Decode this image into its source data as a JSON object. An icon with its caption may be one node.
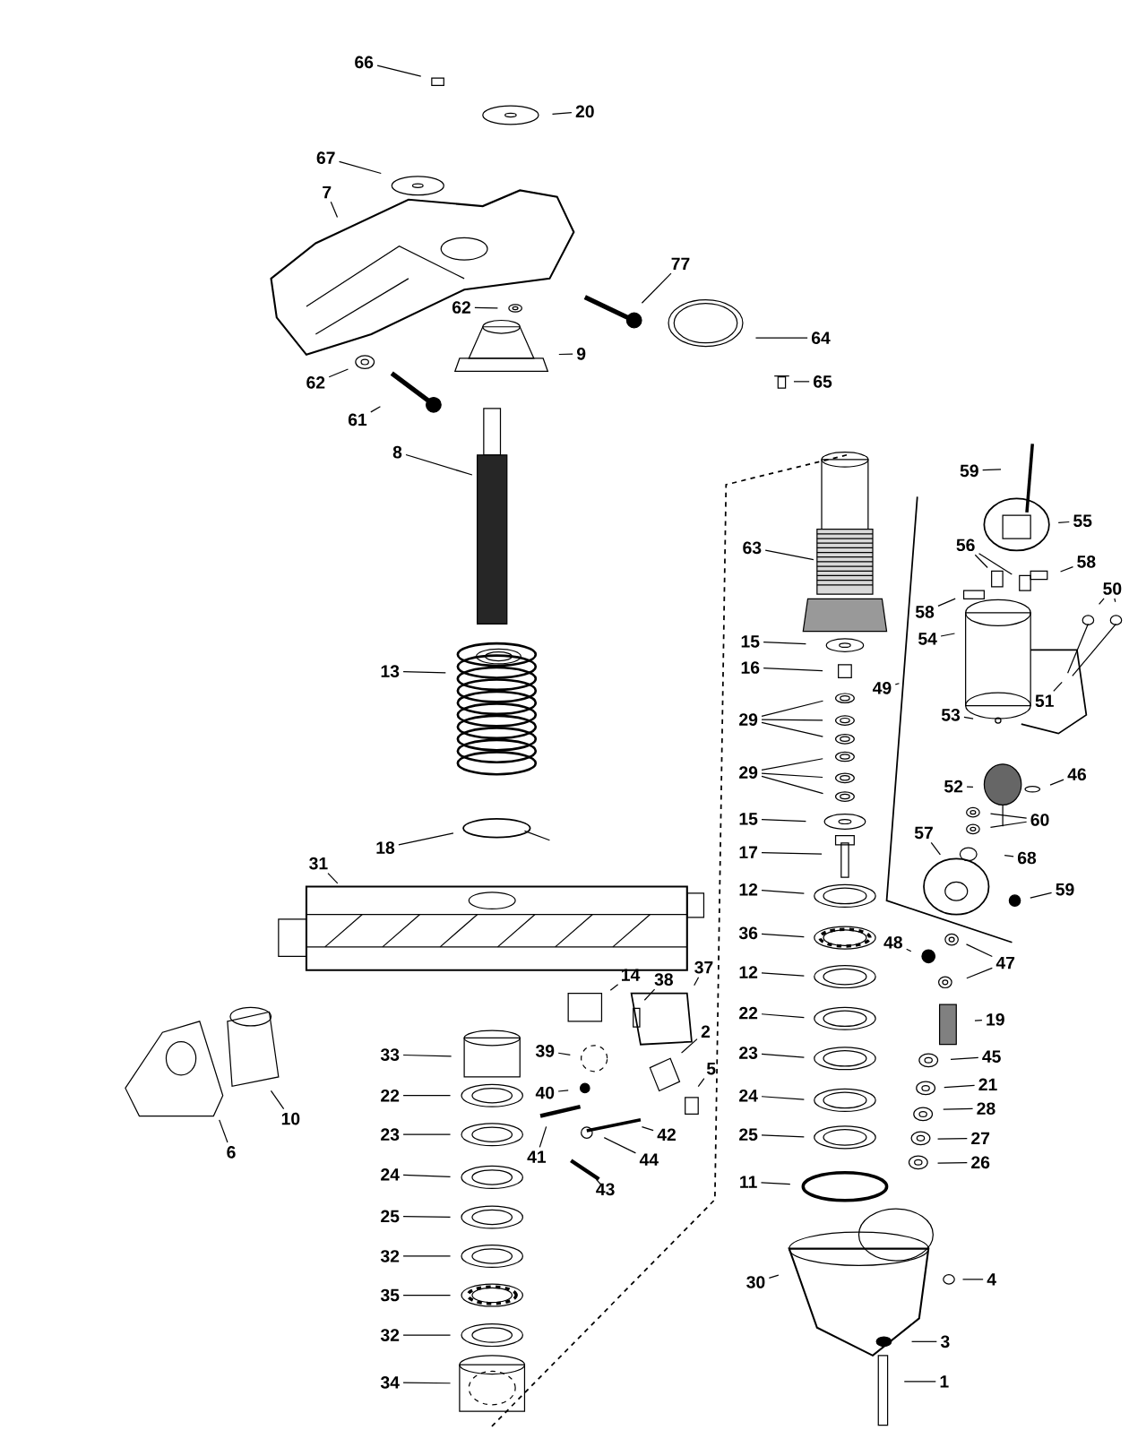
{
  "diagram": {
    "nodes": [
      {
        "text": [
          "66"
        ]
      },
      {
        "text": [
          "20"
        ]
      },
      {
        "text": [
          "67"
        ]
      },
      {
        "text": [
          "7"
        ]
      },
      {
        "text": [
          "77"
        ]
      },
      {
        "text": [
          "62"
        ]
      },
      {
        "text": [
          "9"
        ]
      },
      {
        "text": [
          "64"
        ]
      },
      {
        "text": [
          "62"
        ]
      },
      {
        "text": [
          "65"
        ]
      },
      {
        "text": [
          "61"
        ]
      },
      {
        "text": [
          "8"
        ]
      },
      {
        "text": [
          "59"
        ]
      },
      {
        "text": [
          "55"
        ]
      },
      {
        "text": [
          "63"
        ]
      },
      {
        "text": [
          "56"
        ]
      },
      {
        "text": [
          "58"
        ]
      },
      {
        "text": [
          "50"
        ]
      },
      {
        "text": [
          "58"
        ]
      },
      {
        "text": [
          "15"
        ]
      },
      {
        "text": [
          "54"
        ]
      },
      {
        "text": [
          "16"
        ]
      },
      {
        "text": [
          "13"
        ]
      },
      {
        "text": [
          "49"
        ]
      },
      {
        "text": [
          "51"
        ]
      },
      {
        "text": [
          "29"
        ]
      },
      {
        "text": [
          "53"
        ]
      },
      {
        "text": [
          "29"
        ]
      },
      {
        "text": [
          "46"
        ]
      },
      {
        "text": [
          "52"
        ]
      },
      {
        "text": [
          "60"
        ]
      },
      {
        "text": [
          "15"
        ]
      },
      {
        "text": [
          "57"
        ]
      },
      {
        "text": [
          "18"
        ]
      },
      {
        "text": [
          "17"
        ]
      },
      {
        "text": [
          "68"
        ]
      },
      {
        "text": [
          "12"
        ]
      },
      {
        "text": [
          "59"
        ]
      },
      {
        "text": [
          "31"
        ]
      },
      {
        "text": [
          "36"
        ]
      },
      {
        "text": [
          "48"
        ]
      },
      {
        "text": [
          "47"
        ]
      },
      {
        "text": [
          "12"
        ]
      },
      {
        "text": [
          "14"
        ]
      },
      {
        "text": [
          "38"
        ]
      },
      {
        "text": [
          "37"
        ]
      },
      {
        "text": [
          "22"
        ]
      },
      {
        "text": [
          "19"
        ]
      },
      {
        "text": [
          "33"
        ]
      },
      {
        "text": [
          "39"
        ]
      },
      {
        "text": [
          "2"
        ]
      },
      {
        "text": [
          "23"
        ]
      },
      {
        "text": [
          "45"
        ]
      },
      {
        "text": [
          "40"
        ]
      },
      {
        "text": [
          "22"
        ]
      },
      {
        "text": [
          "24"
        ]
      },
      {
        "text": [
          "21"
        ]
      },
      {
        "text": [
          "5"
        ]
      },
      {
        "text": [
          "28"
        ]
      },
      {
        "text": [
          "10"
        ]
      },
      {
        "text": [
          "23"
        ]
      },
      {
        "text": [
          "25"
        ]
      },
      {
        "text": [
          "42"
        ]
      },
      {
        "text": [
          "27"
        ]
      },
      {
        "text": [
          "6"
        ]
      },
      {
        "text": [
          "41"
        ]
      },
      {
        "text": [
          "44"
        ]
      },
      {
        "text": [
          "26"
        ]
      },
      {
        "text": [
          "24"
        ]
      },
      {
        "text": [
          "11"
        ]
      },
      {
        "text": [
          "43"
        ]
      },
      {
        "text": [
          "25"
        ]
      },
      {
        "text": [
          "32"
        ]
      },
      {
        "text": [
          "4"
        ]
      },
      {
        "text": [
          "30"
        ]
      },
      {
        "text": [
          "35"
        ]
      },
      {
        "text": [
          "32"
        ]
      },
      {
        "text": [
          "3"
        ]
      },
      {
        "text": [
          "34"
        ]
      },
      {
        "text": [
          "1"
        ]
      }
    ],
    "edges": [
      {
        "from": 0,
        "to": null,
        "arrow": "none"
      },
      {
        "from": 1,
        "to": null,
        "arrow": "none"
      },
      {
        "from": 2,
        "to": null,
        "arrow": "none"
      },
      {
        "from": 3,
        "to": null,
        "arrow": "none"
      },
      {
        "from": 4,
        "to": null,
        "arrow": "none"
      },
      {
        "from": 5,
        "to": null,
        "arrow": "none"
      },
      {
        "from": 6,
        "to": null,
        "arrow": "none"
      },
      {
        "from": 7,
        "to": null,
        "arrow": "none"
      },
      {
        "from": 8,
        "to": null,
        "arrow": "none"
      },
      {
        "from": 9,
        "to": null,
        "arrow": "none"
      },
      {
        "from": 10,
        "to": null,
        "arrow": "none"
      },
      {
        "from": 11,
        "to": null,
        "arrow": "none"
      },
      {
        "from": 12,
        "to": null,
        "arrow": "none"
      },
      {
        "from": 13,
        "to": null,
        "arrow": "none"
      },
      {
        "from": 14,
        "to": null,
        "arrow": "none"
      },
      {
        "from": 15,
        "to": null,
        "arrow": "none"
      },
      {
        "from": 15,
        "to": null,
        "arrow": "none"
      },
      {
        "from": 16,
        "to": null,
        "arrow": "none"
      },
      {
        "from": 17,
        "to": null,
        "arrow": "none"
      },
      {
        "from": 17,
        "to": null,
        "arrow": "none"
      },
      {
        "from": 18,
        "to": null,
        "arrow": "none"
      },
      {
        "from": 19,
        "to": null,
        "arrow": "none"
      },
      {
        "from": 20,
        "to": null,
        "arrow": "none"
      },
      {
        "from": 21,
        "to": null,
        "arrow": "none"
      },
      {
        "from": 22,
        "to": null,
        "arrow": "none"
      },
      {
        "from": 23,
        "to": null,
        "arrow": "none"
      },
      {
        "from": 24,
        "to": null,
        "arrow": "none"
      },
      {
        "from": 25,
        "to": null,
        "arrow": "none"
      },
      {
        "from": 25,
        "to": null,
        "arrow": "none"
      },
      {
        "from": 25,
        "to": null,
        "arrow": "none"
      },
      {
        "from": 26,
        "to": null,
        "arrow": "none"
      },
      {
        "from": 27,
        "to": null,
        "arrow": "none"
      },
      {
        "from": 27,
        "to": null,
        "arrow": "none"
      },
      {
        "from": 27,
        "to": null,
        "arrow": "none"
      },
      {
        "from": 28,
        "to": null,
        "arrow": "none"
      },
      {
        "from": 29,
        "to": null,
        "arrow": "none"
      },
      {
        "from": 30,
        "to": null,
        "arrow": "none"
      },
      {
        "from": 30,
        "to": null,
        "arrow": "none"
      },
      {
        "from": 31,
        "to": null,
        "arrow": "none"
      },
      {
        "from": 32,
        "to": null,
        "arrow": "none"
      },
      {
        "from": 33,
        "to": null,
        "arrow": "none"
      },
      {
        "from": 34,
        "to": null,
        "arrow": "none"
      },
      {
        "from": 35,
        "to": null,
        "arrow": "none"
      },
      {
        "from": 36,
        "to": null,
        "arrow": "none"
      },
      {
        "from": 37,
        "to": null,
        "arrow": "none"
      },
      {
        "from": 38,
        "to": null,
        "arrow": "none"
      },
      {
        "from": 39,
        "to": null,
        "arrow": "none"
      },
      {
        "from": 40,
        "to": null,
        "arrow": "none"
      },
      {
        "from": 41,
        "to": null,
        "arrow": "none"
      },
      {
        "from": 41,
        "to": null,
        "arrow": "none"
      },
      {
        "from": 42,
        "to": null,
        "arrow": "none"
      },
      {
        "from": 43,
        "to": null,
        "arrow": "none"
      },
      {
        "from": 44,
        "to": null,
        "arrow": "none"
      },
      {
        "from": 45,
        "to": null,
        "arrow": "none"
      },
      {
        "from": 46,
        "to": null,
        "arrow": "none"
      },
      {
        "from": 47,
        "to": null,
        "arrow": "none"
      },
      {
        "from": 48,
        "to": null,
        "arrow": "none"
      },
      {
        "from": 49,
        "to": null,
        "arrow": "none"
      },
      {
        "from": 50,
        "to": null,
        "arrow": "none"
      },
      {
        "from": 51,
        "to": null,
        "arrow": "none"
      },
      {
        "from": 52,
        "to": null,
        "arrow": "none"
      },
      {
        "from": 53,
        "to": null,
        "arrow": "none"
      },
      {
        "from": 54,
        "to": null,
        "arrow": "none"
      },
      {
        "from": 55,
        "to": null,
        "arrow": "none"
      },
      {
        "from": 56,
        "to": null,
        "arrow": "none"
      },
      {
        "from": 57,
        "to": null,
        "arrow": "none"
      },
      {
        "from": 58,
        "to": null,
        "arrow": "none"
      },
      {
        "from": 59,
        "to": null,
        "arrow": "none"
      },
      {
        "from": 60,
        "to": null,
        "arrow": "none"
      },
      {
        "from": 61,
        "to": null,
        "arrow": "none"
      },
      {
        "from": 62,
        "to": null,
        "arrow": "none"
      },
      {
        "from": 63,
        "to": null,
        "arrow": "none"
      },
      {
        "from": 64,
        "to": null,
        "arrow": "none"
      },
      {
        "from": 65,
        "to": null,
        "arrow": "none"
      },
      {
        "from": 66,
        "to": null,
        "arrow": "none"
      },
      {
        "from": 67,
        "to": null,
        "arrow": "none"
      },
      {
        "from": 68,
        "to": null,
        "arrow": "none"
      },
      {
        "from": 69,
        "to": null,
        "arrow": "none"
      },
      {
        "from": 70,
        "to": null,
        "arrow": "none"
      },
      {
        "from": 71,
        "to": null,
        "arrow": "none"
      },
      {
        "from": 72,
        "to": null,
        "arrow": "none"
      },
      {
        "from": 73,
        "to": null,
        "arrow": "none"
      },
      {
        "from": 74,
        "to": null,
        "arrow": "none"
      },
      {
        "from": 75,
        "to": null,
        "arrow": "none"
      },
      {
        "from": 76,
        "to": null,
        "arrow": "none"
      },
      {
        "from": 77,
        "to": null,
        "arrow": "none"
      },
      {
        "from": 78,
        "to": null,
        "arrow": "none"
      },
      {
        "from": 79,
        "to": null,
        "arrow": "none"
      }
    ]
  }
}
